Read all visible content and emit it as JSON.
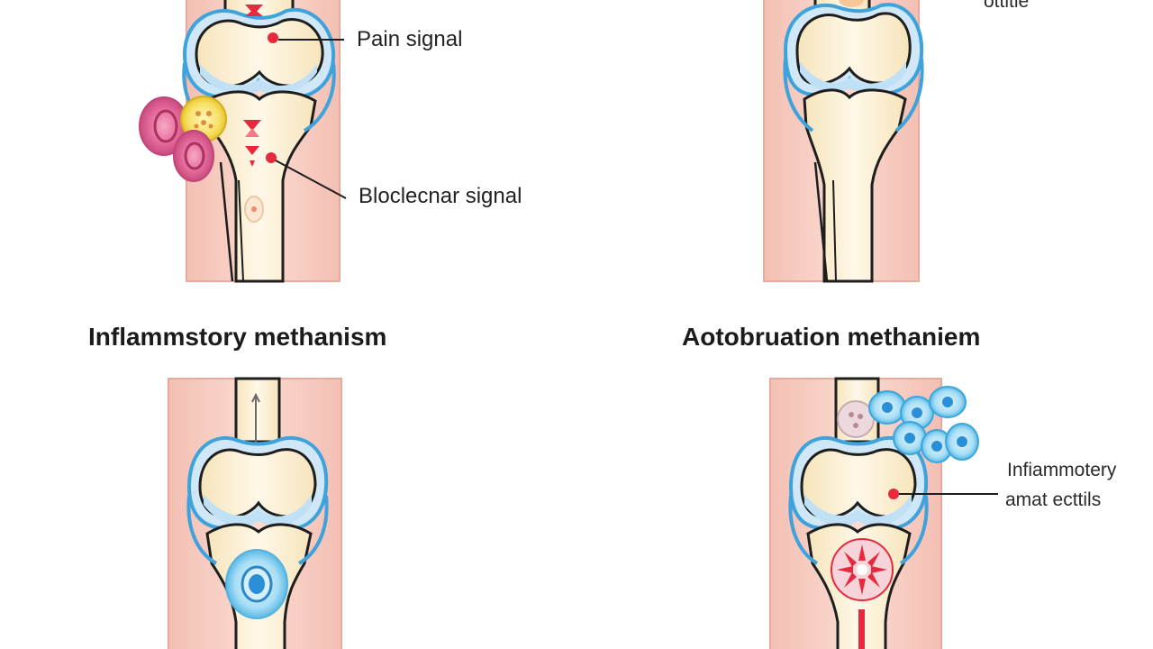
{
  "labels": {
    "pain_signal": "Pain signal",
    "biochemical_signal": "Bloclecnar signal",
    "top_right_fragment": "ottitle",
    "inflammatory_line1": "Infiammotery",
    "inflammatory_line2": "amat ecttils"
  },
  "headings": {
    "left": "Inflammstory methanism",
    "right": "Aotobruation methaniem"
  },
  "colors": {
    "skin": "#f7cfc3",
    "skin_edge": "#e7aa9e",
    "bone": "#fbf1d8",
    "bone_edge": "#1e1e1e",
    "cartilage": "#cfe7f6",
    "cartilage_edge": "#3ea3dc",
    "signal_red": "#e8283c",
    "cell_pink": "#e86fa0",
    "cell_yellow": "#f3d33a",
    "cell_blue": "#8fd3f0"
  }
}
